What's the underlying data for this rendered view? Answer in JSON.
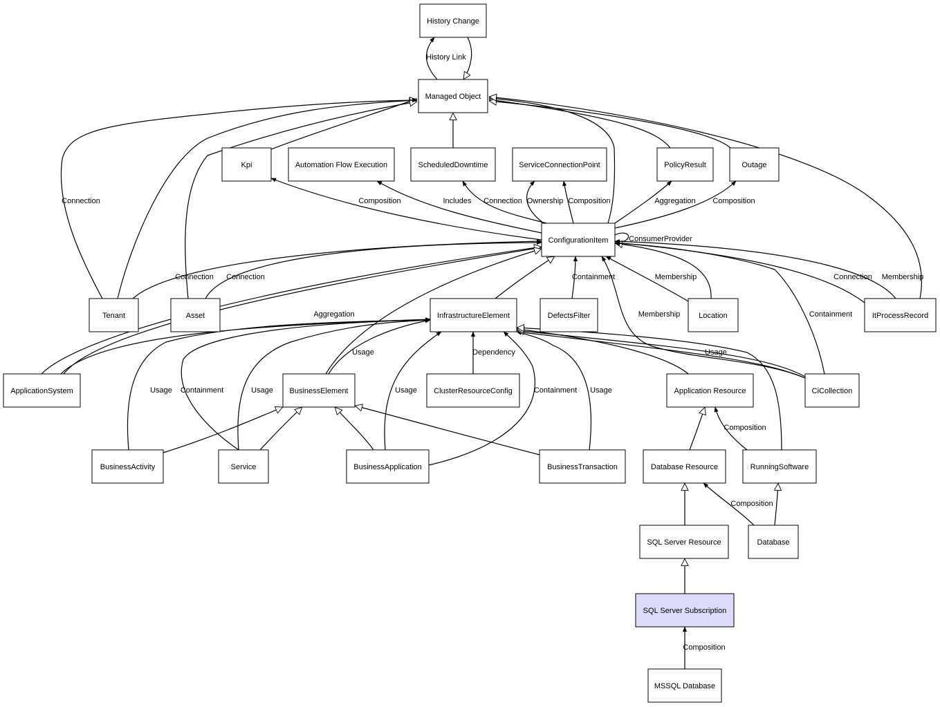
{
  "colors": {
    "node_fill": "#ffffff",
    "highlight_fill": "#dcdcfa",
    "stroke": "#000000"
  },
  "nodes": [
    {
      "id": "history_change",
      "label": "History Change"
    },
    {
      "id": "managed_object",
      "label": "Managed Object"
    },
    {
      "id": "kpi",
      "label": "Kpi"
    },
    {
      "id": "automation_flow_execution",
      "label": "Automation Flow Execution"
    },
    {
      "id": "scheduled_downtime",
      "label": "ScheduledDowntime"
    },
    {
      "id": "service_connection_point",
      "label": "ServiceConnectionPoint"
    },
    {
      "id": "policy_result",
      "label": "PolicyResult"
    },
    {
      "id": "outage",
      "label": "Outage"
    },
    {
      "id": "configuration_item",
      "label": "ConfigurationItem"
    },
    {
      "id": "tenant",
      "label": "Tenant"
    },
    {
      "id": "asset",
      "label": "Asset"
    },
    {
      "id": "infrastructure_element",
      "label": "InfrastructureElement"
    },
    {
      "id": "defects_filter",
      "label": "DefectsFilter"
    },
    {
      "id": "location",
      "label": "Location"
    },
    {
      "id": "it_process_record",
      "label": "ItProcessRecord"
    },
    {
      "id": "application_system",
      "label": "ApplicationSystem"
    },
    {
      "id": "business_element",
      "label": "BusinessElement"
    },
    {
      "id": "cluster_resource_config",
      "label": "ClusterResourceConfig"
    },
    {
      "id": "application_resource",
      "label": "Application Resource"
    },
    {
      "id": "ci_collection",
      "label": "CiCollection"
    },
    {
      "id": "business_activity",
      "label": "BusinessActivity"
    },
    {
      "id": "service",
      "label": "Service"
    },
    {
      "id": "business_application",
      "label": "BusinessApplication"
    },
    {
      "id": "business_transaction",
      "label": "BusinessTransaction"
    },
    {
      "id": "database_resource",
      "label": "Database Resource"
    },
    {
      "id": "running_software",
      "label": "RunningSoftware"
    },
    {
      "id": "sql_server_resource",
      "label": "SQL Server Resource"
    },
    {
      "id": "database",
      "label": "Database"
    },
    {
      "id": "sql_server_subscription",
      "label": "SQL Server Subscription",
      "highlighted": true
    },
    {
      "id": "mssql_database",
      "label": "MSSQL Database"
    }
  ],
  "edges": [
    {
      "from": "managed_object",
      "to": "history_change",
      "kind": "association",
      "label": "History Link"
    },
    {
      "from": "history_change",
      "to": "managed_object",
      "kind": "inheritance",
      "label": ""
    },
    {
      "from": "kpi",
      "to": "managed_object",
      "kind": "inheritance",
      "label": ""
    },
    {
      "from": "scheduled_downtime",
      "to": "managed_object",
      "kind": "inheritance",
      "label": ""
    },
    {
      "from": "configuration_item",
      "to": "managed_object",
      "kind": "inheritance",
      "label": ""
    },
    {
      "from": "policy_result",
      "to": "managed_object",
      "kind": "inheritance",
      "label": ""
    },
    {
      "from": "outage",
      "to": "managed_object",
      "kind": "inheritance",
      "label": ""
    },
    {
      "from": "tenant",
      "to": "managed_object",
      "kind": "inheritance",
      "label": ""
    },
    {
      "from": "asset",
      "to": "managed_object",
      "kind": "inheritance",
      "label": ""
    },
    {
      "from": "it_process_record",
      "to": "managed_object",
      "kind": "inheritance",
      "label": ""
    },
    {
      "from": "tenant",
      "to": "managed_object",
      "kind": "association",
      "label": "Connection"
    },
    {
      "from": "configuration_item",
      "to": "kpi",
      "kind": "association",
      "label": "Composition"
    },
    {
      "from": "configuration_item",
      "to": "automation_flow_execution",
      "kind": "association",
      "label": "Includes"
    },
    {
      "from": "configuration_item",
      "to": "scheduled_downtime",
      "kind": "association",
      "label": "Connection"
    },
    {
      "from": "configuration_item",
      "to": "service_connection_point",
      "kind": "association",
      "label": "Ownership"
    },
    {
      "from": "configuration_item",
      "to": "service_connection_point",
      "kind": "association",
      "label": "Composition"
    },
    {
      "from": "configuration_item",
      "to": "policy_result",
      "kind": "association",
      "label": "Aggregation"
    },
    {
      "from": "configuration_item",
      "to": "outage",
      "kind": "association",
      "label": "Composition"
    },
    {
      "from": "configuration_item",
      "to": "configuration_item",
      "kind": "association",
      "label": "ConsumerProvider"
    },
    {
      "from": "tenant",
      "to": "configuration_item",
      "kind": "association",
      "label": "Connection"
    },
    {
      "from": "asset",
      "to": "configuration_item",
      "kind": "association",
      "label": "Connection"
    },
    {
      "from": "application_system",
      "to": "configuration_item",
      "kind": "association",
      "label": "Aggregation"
    },
    {
      "from": "application_system",
      "to": "configuration_item",
      "kind": "inheritance",
      "label": ""
    },
    {
      "from": "business_element",
      "to": "configuration_item",
      "kind": "inheritance",
      "label": ""
    },
    {
      "from": "infrastructure_element",
      "to": "configuration_item",
      "kind": "inheritance",
      "label": ""
    },
    {
      "from": "defects_filter",
      "to": "configuration_item",
      "kind": "association",
      "label": "Containment"
    },
    {
      "from": "location",
      "to": "configuration_item",
      "kind": "association",
      "label": "Membership"
    },
    {
      "from": "location",
      "to": "configuration_item",
      "kind": "inheritance",
      "label": ""
    },
    {
      "from": "ci_collection",
      "to": "configuration_item",
      "kind": "association",
      "label": "Membership"
    },
    {
      "from": "ci_collection",
      "to": "configuration_item",
      "kind": "association",
      "label": "Containment"
    },
    {
      "from": "it_process_record",
      "to": "configuration_item",
      "kind": "association",
      "label": "Connection"
    },
    {
      "from": "it_process_record",
      "to": "configuration_item",
      "kind": "association",
      "label": "Membership"
    },
    {
      "from": "application_system",
      "to": "infrastructure_element",
      "kind": "association",
      "label": ""
    },
    {
      "from": "business_element",
      "to": "infrastructure_element",
      "kind": "association",
      "label": "Usage"
    },
    {
      "from": "business_activity",
      "to": "infrastructure_element",
      "kind": "association",
      "label": "Usage"
    },
    {
      "from": "service",
      "to": "infrastructure_element",
      "kind": "association",
      "label": "Containment"
    },
    {
      "from": "service",
      "to": "infrastructure_element",
      "kind": "association",
      "label": "Usage"
    },
    {
      "from": "business_application",
      "to": "infrastructure_element",
      "kind": "association",
      "label": "Usage"
    },
    {
      "from": "business_application",
      "to": "infrastructure_element",
      "kind": "association",
      "label": "Containment"
    },
    {
      "from": "business_transaction",
      "to": "infrastructure_element",
      "kind": "association",
      "label": "Usage"
    },
    {
      "from": "cluster_resource_config",
      "to": "infrastructure_element",
      "kind": "association",
      "label": "Dependency"
    },
    {
      "from": "ci_collection",
      "to": "infrastructure_element",
      "kind": "association",
      "label": "Usage"
    },
    {
      "from": "ci_collection",
      "to": "infrastructure_element",
      "kind": "inheritance",
      "label": ""
    },
    {
      "from": "application_resource",
      "to": "infrastructure_element",
      "kind": "inheritance",
      "label": ""
    },
    {
      "from": "running_software",
      "to": "infrastructure_element",
      "kind": "inheritance",
      "label": ""
    },
    {
      "from": "business_activity",
      "to": "business_element",
      "kind": "inheritance",
      "label": ""
    },
    {
      "from": "service",
      "to": "business_element",
      "kind": "inheritance",
      "label": ""
    },
    {
      "from": "business_application",
      "to": "business_element",
      "kind": "inheritance",
      "label": ""
    },
    {
      "from": "business_transaction",
      "to": "business_element",
      "kind": "inheritance",
      "label": ""
    },
    {
      "from": "database_resource",
      "to": "application_resource",
      "kind": "inheritance",
      "label": ""
    },
    {
      "from": "running_software",
      "to": "application_resource",
      "kind": "association",
      "label": "Composition"
    },
    {
      "from": "sql_server_resource",
      "to": "database_resource",
      "kind": "inheritance",
      "label": ""
    },
    {
      "from": "database",
      "to": "database_resource",
      "kind": "association",
      "label": "Composition"
    },
    {
      "from": "database",
      "to": "running_software",
      "kind": "inheritance",
      "label": ""
    },
    {
      "from": "sql_server_subscription",
      "to": "sql_server_resource",
      "kind": "inheritance",
      "label": ""
    },
    {
      "from": "mssql_database",
      "to": "sql_server_subscription",
      "kind": "association",
      "label": "Composition"
    }
  ]
}
